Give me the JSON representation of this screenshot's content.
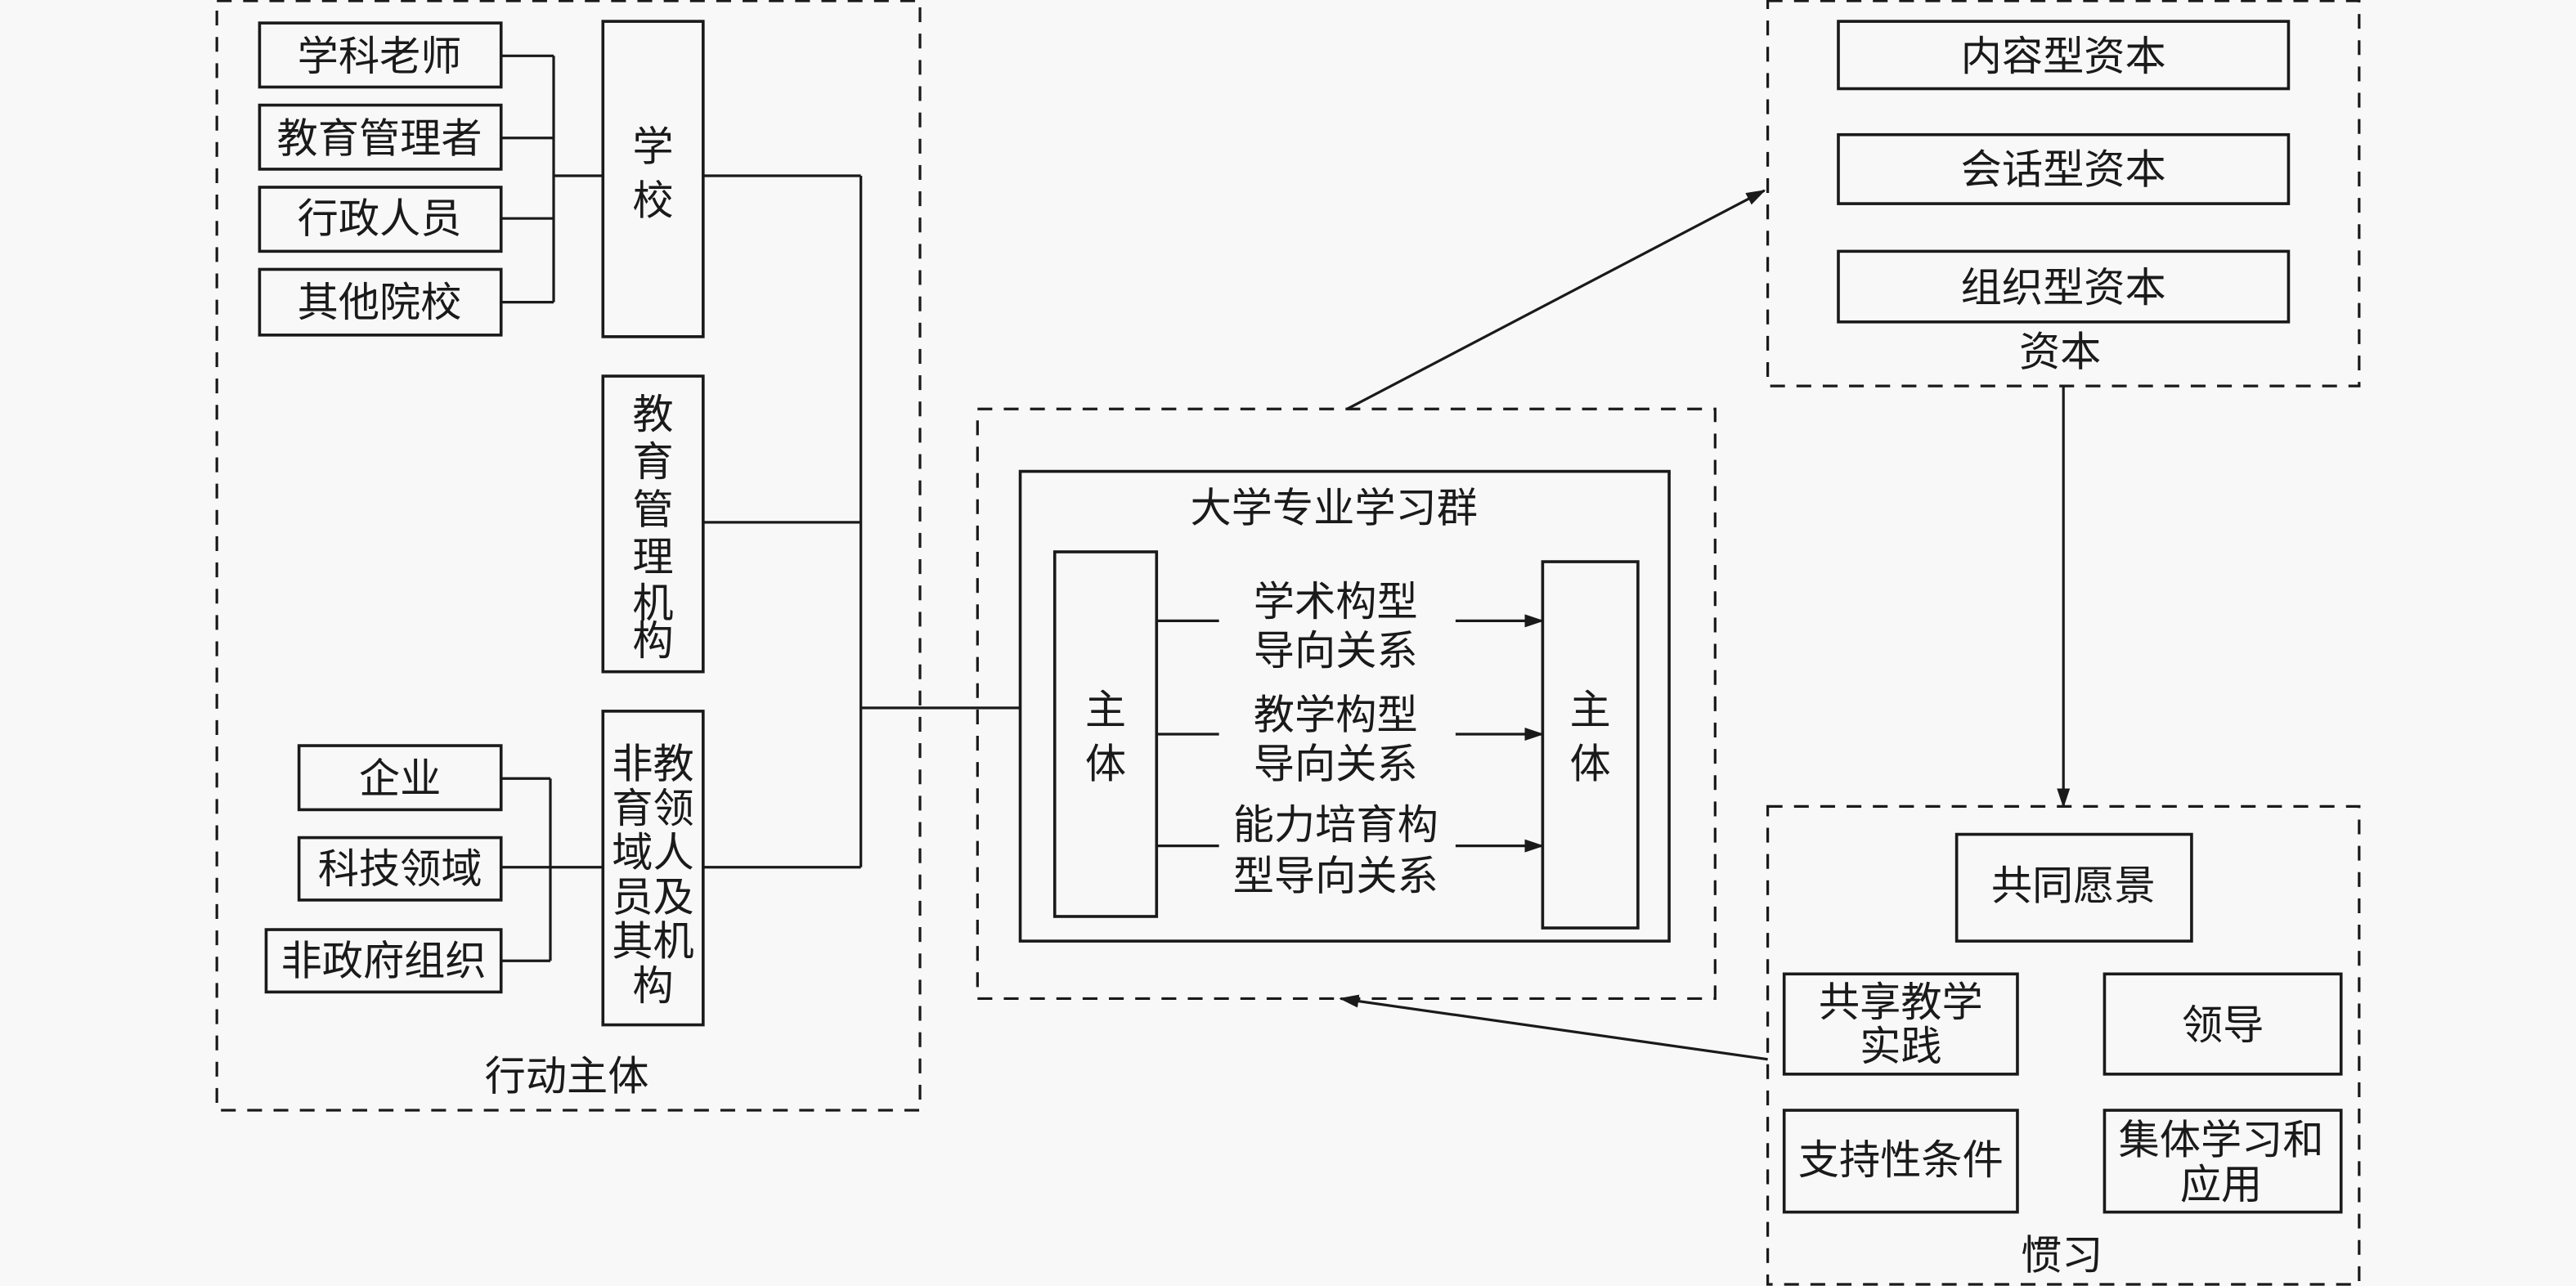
{
  "diagram": {
    "actors_group": {
      "label": "行动主体",
      "school_members": [
        "学科老师",
        "教育管理者",
        "行政人员",
        "其他院校"
      ],
      "school": [
        "学",
        "校"
      ],
      "edu_admin": [
        "教",
        "育",
        "管",
        "理",
        "机",
        "构"
      ],
      "non_edu_members": [
        "企业",
        "科技领域",
        "非政府组织"
      ],
      "non_edu": [
        "非教",
        "育领",
        "域人",
        "员及",
        "其机",
        "构"
      ]
    },
    "community": {
      "title": "大学专业学习群",
      "left_subject": [
        "主",
        "体"
      ],
      "right_subject": [
        "主",
        "体"
      ],
      "relations": [
        [
          "学术构型",
          "导向关系"
        ],
        [
          "教学构型",
          "导向关系"
        ],
        [
          "能力培育构",
          "型导向关系"
        ]
      ]
    },
    "capital_group": {
      "label": "资本",
      "items": [
        "内容型资本",
        "会话型资本",
        "组织型资本"
      ]
    },
    "habitus_group": {
      "label": "惯习",
      "vision": "共同愿景",
      "shared_practice": [
        "共享教学",
        "实践"
      ],
      "leadership": "领导",
      "support": "支持性条件",
      "collective": [
        "集体学习和",
        "应用"
      ]
    },
    "colors": {
      "line": "#1a1a1a",
      "background": "#f8f8f8"
    }
  }
}
